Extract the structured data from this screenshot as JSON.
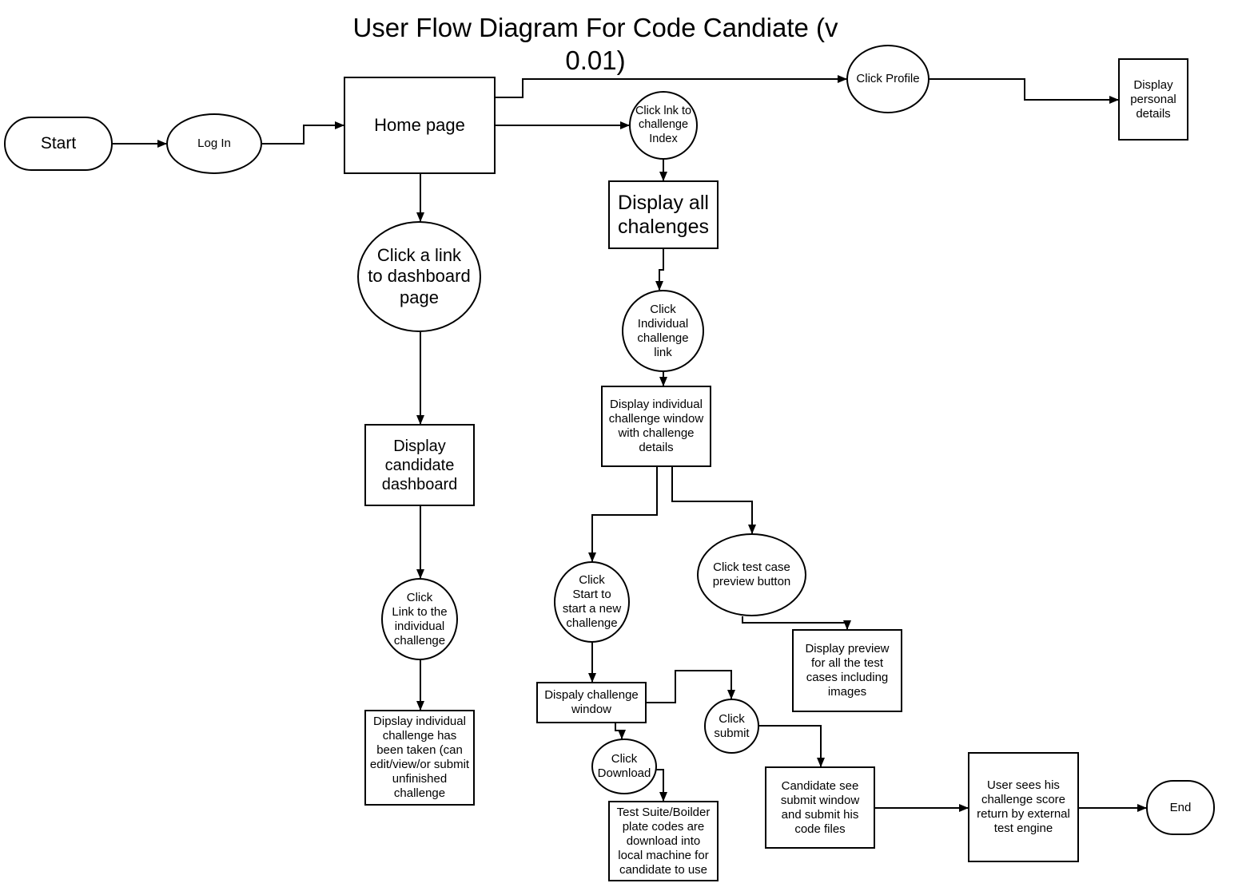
{
  "title": "User Flow Diagram For Code Candiate (v\n0.01)",
  "nodes": {
    "start": "Start",
    "login": "Log In",
    "home": "Home page",
    "profile": "Click Profile",
    "personal": "Display\npersonal\ndetails",
    "challenge_index": "Click lnk to\nchallenge\nIndex",
    "all_challenges": "Display all\nchalenges",
    "dashboard_link": "Click a link\nto dashboard\npage",
    "individual_link": "Click\nIndividual\nchallenge\nlink",
    "candidate_dashboard": "Display\ncandidate\ndashboard",
    "challenge_window_details": "Display individual\nchallenge window\nwith challenge\ndetails",
    "link_individual": "Click\nLink to the\nindividual\nchallenge",
    "start_new": "Click\nStart to\nstart a new\nchallenge",
    "test_preview": "Click test case\npreview button",
    "preview_all": "Display preview\nfor all the test\ncases including\nimages",
    "taken": "Dipslay individual\nchallenge has\nbeen taken (can\nedit/view/or submit\nunfinished\nchallenge",
    "challenge_window": "Dispaly challenge\nwindow",
    "submit": "Click\nsubmit",
    "download": "Click\nDownload",
    "boilerplate": "Test Suite/Boilder\nplate codes are\ndownload into\nlocal machine for\ncandidate to use",
    "submit_window": "Candidate see\nsubmit window\nand submit his\ncode files",
    "score": "User sees his\nchallenge score\nreturn by external\ntest engine",
    "end": "End"
  }
}
